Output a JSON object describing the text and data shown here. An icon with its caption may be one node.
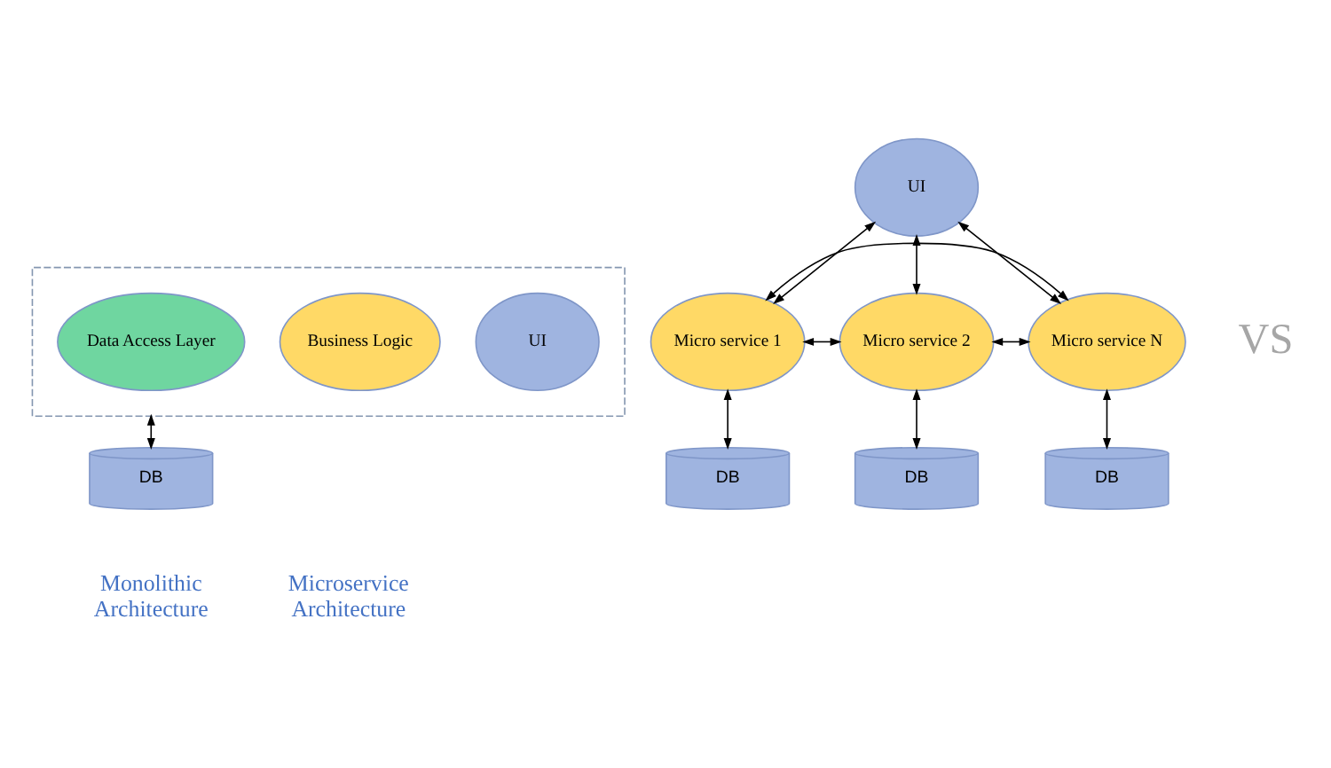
{
  "diagram": {
    "nodes": [
      {
        "text": [],
        "shape": "box"
      },
      {
        "text": [
          "UI"
        ],
        "in": 0
      },
      {
        "text": [
          "Business Logic"
        ],
        "in": 0
      },
      {
        "text": [
          "Data Access Layer"
        ],
        "in": 0
      },
      {
        "text": [
          "DB"
        ]
      },
      {
        "text": [
          "UI"
        ]
      },
      {
        "text": [
          "Micro service 1"
        ]
      },
      {
        "text": [
          "Micro service 2"
        ]
      },
      {
        "text": [
          "Micro service N"
        ]
      },
      {
        "text": [
          "DB"
        ]
      },
      {
        "text": [
          "DB"
        ]
      },
      {
        "text": [
          "DB"
        ]
      }
    ],
    "edges": [
      {
        "from": 0,
        "to": 4,
        "arrow": "both"
      },
      {
        "from": 5,
        "to": 6,
        "arrow": "both"
      },
      {
        "from": 5,
        "to": 7,
        "arrow": "both"
      },
      {
        "from": 5,
        "to": 8,
        "arrow": "both"
      },
      {
        "from": 6,
        "to": 8,
        "arrow": "both"
      },
      {
        "from": 6,
        "to": 7,
        "arrow": "both"
      },
      {
        "from": 7,
        "to": 8,
        "arrow": "both"
      },
      {
        "from": 6,
        "to": 9,
        "arrow": "both"
      },
      {
        "from": 7,
        "to": 10,
        "arrow": "both"
      },
      {
        "from": 8,
        "to": 11,
        "arrow": "both"
      }
    ],
    "labels": [
      "VS",
      "Monolithic Architecture",
      "Microservice Architecture"
    ]
  }
}
